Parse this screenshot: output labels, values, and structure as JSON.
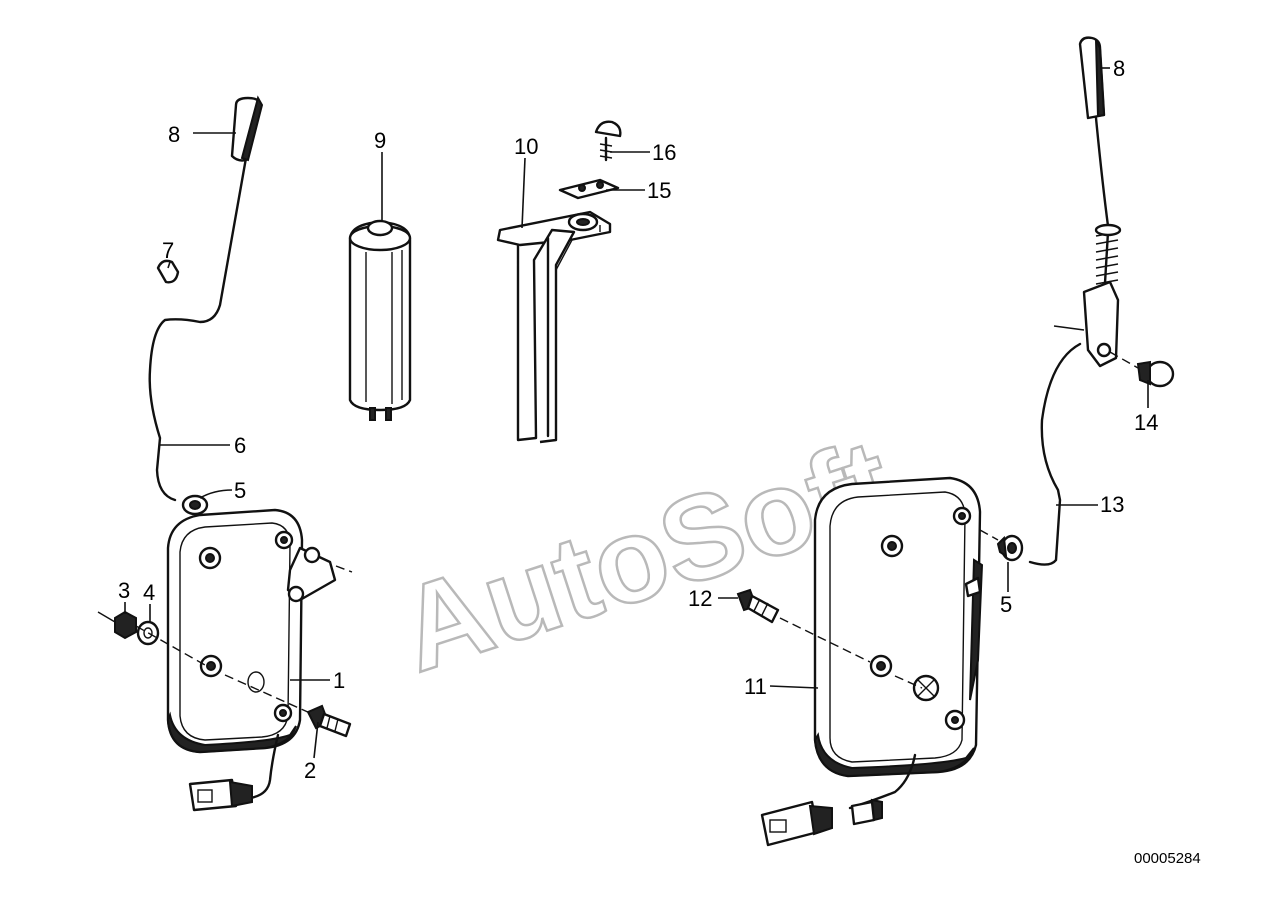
{
  "watermark": "AutoSoft",
  "document_number": "00005284",
  "callouts": {
    "c1": "1",
    "c2": "2",
    "c3": "3",
    "c4": "4",
    "c5a": "5",
    "c5b": "5",
    "c6": "6",
    "c7": "7",
    "c8a": "8",
    "c8b": "8",
    "c9": "9",
    "c10": "10",
    "c11": "11",
    "c12": "12",
    "c13": "13",
    "c14": "14",
    "c15": "15",
    "c16": "16"
  }
}
